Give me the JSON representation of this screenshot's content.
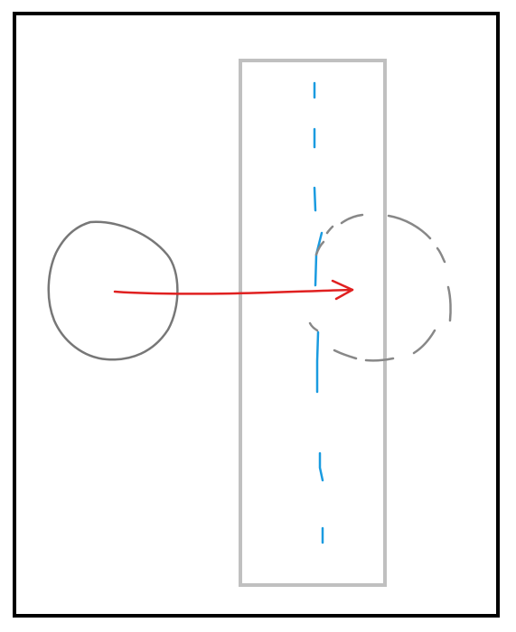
{
  "diagram": {
    "colors": {
      "frame": "#000000",
      "panel": "#c0c0c0",
      "circle": "#777777",
      "ghost_circle": "#888888",
      "center_line": "#1a9be0",
      "arrow": "#e02020",
      "background": "#ffffff"
    },
    "shapes": [
      "outer-frame",
      "vertical-panel",
      "solid-circle",
      "dashed-circle",
      "dashed-center-line",
      "move-arrow"
    ]
  }
}
